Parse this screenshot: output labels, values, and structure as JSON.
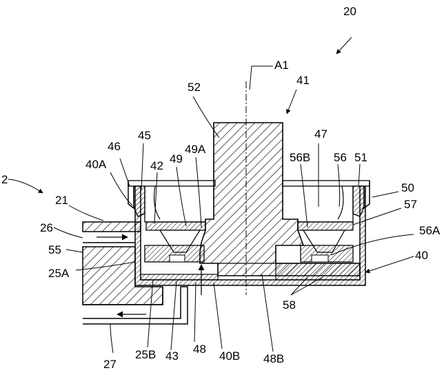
{
  "labels": {
    "l20": "20",
    "l2": "2",
    "lA1": "A1",
    "l41": "41",
    "l52": "52",
    "l47": "47",
    "l46": "46",
    "l45": "45",
    "l40A": "40A",
    "l42": "42",
    "l49": "49",
    "l49A": "49A",
    "l56B": "56B",
    "l56": "56",
    "l51": "51",
    "l50": "50",
    "l57": "57",
    "l56A": "56A",
    "l40": "40",
    "l21": "21",
    "l26": "26",
    "l55": "55",
    "l25A": "25A",
    "l58": "58",
    "l27": "27",
    "l25B": "25B",
    "l43": "43",
    "l48": "48",
    "l40B": "40B",
    "l48B": "48B"
  }
}
